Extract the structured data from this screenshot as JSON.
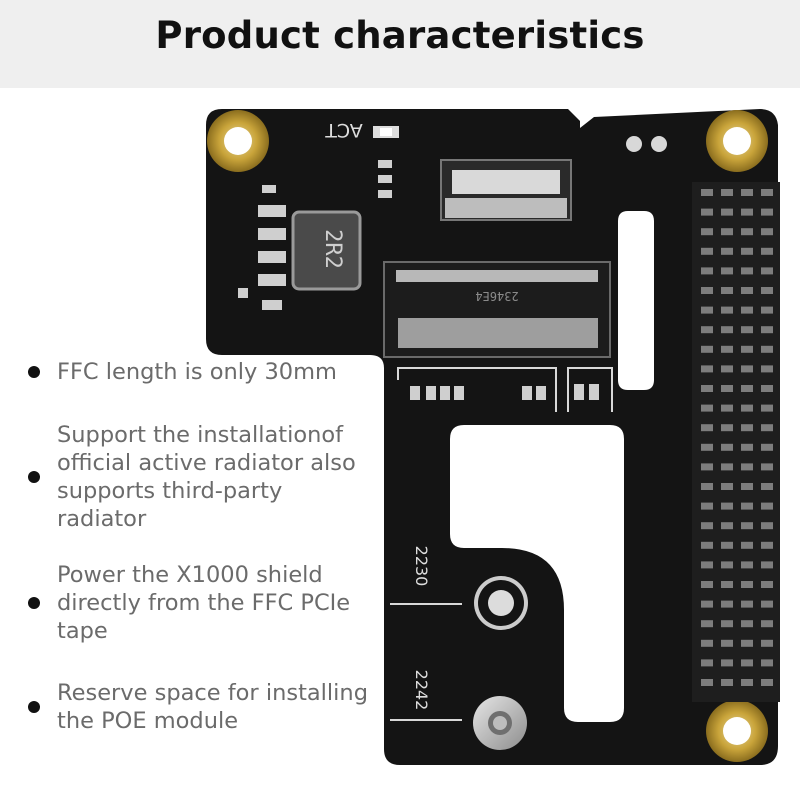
{
  "header": {
    "title": "Product characteristics"
  },
  "features": [
    {
      "text": "FFC length is only 30mm"
    },
    {
      "text": "Support the installationof\nofficial active radiator also\nsupports third-party\nradiator"
    },
    {
      "text": "Power the X1000 shield\ndirectly from the FFC PCIe\ntape"
    },
    {
      "text": "Reserve space for installing\nthe POE module"
    }
  ],
  "board": {
    "silkscreen_act": "ACT",
    "inductor_marking": "2R2",
    "connector_marking": "2346E4",
    "mount_2230": "2230",
    "mount_2242": "2242"
  },
  "colors": {
    "pcb": "#111111",
    "gold": "#c9a43a",
    "header_bar": "#efefef",
    "bullet_text": "#6b6b6b"
  }
}
